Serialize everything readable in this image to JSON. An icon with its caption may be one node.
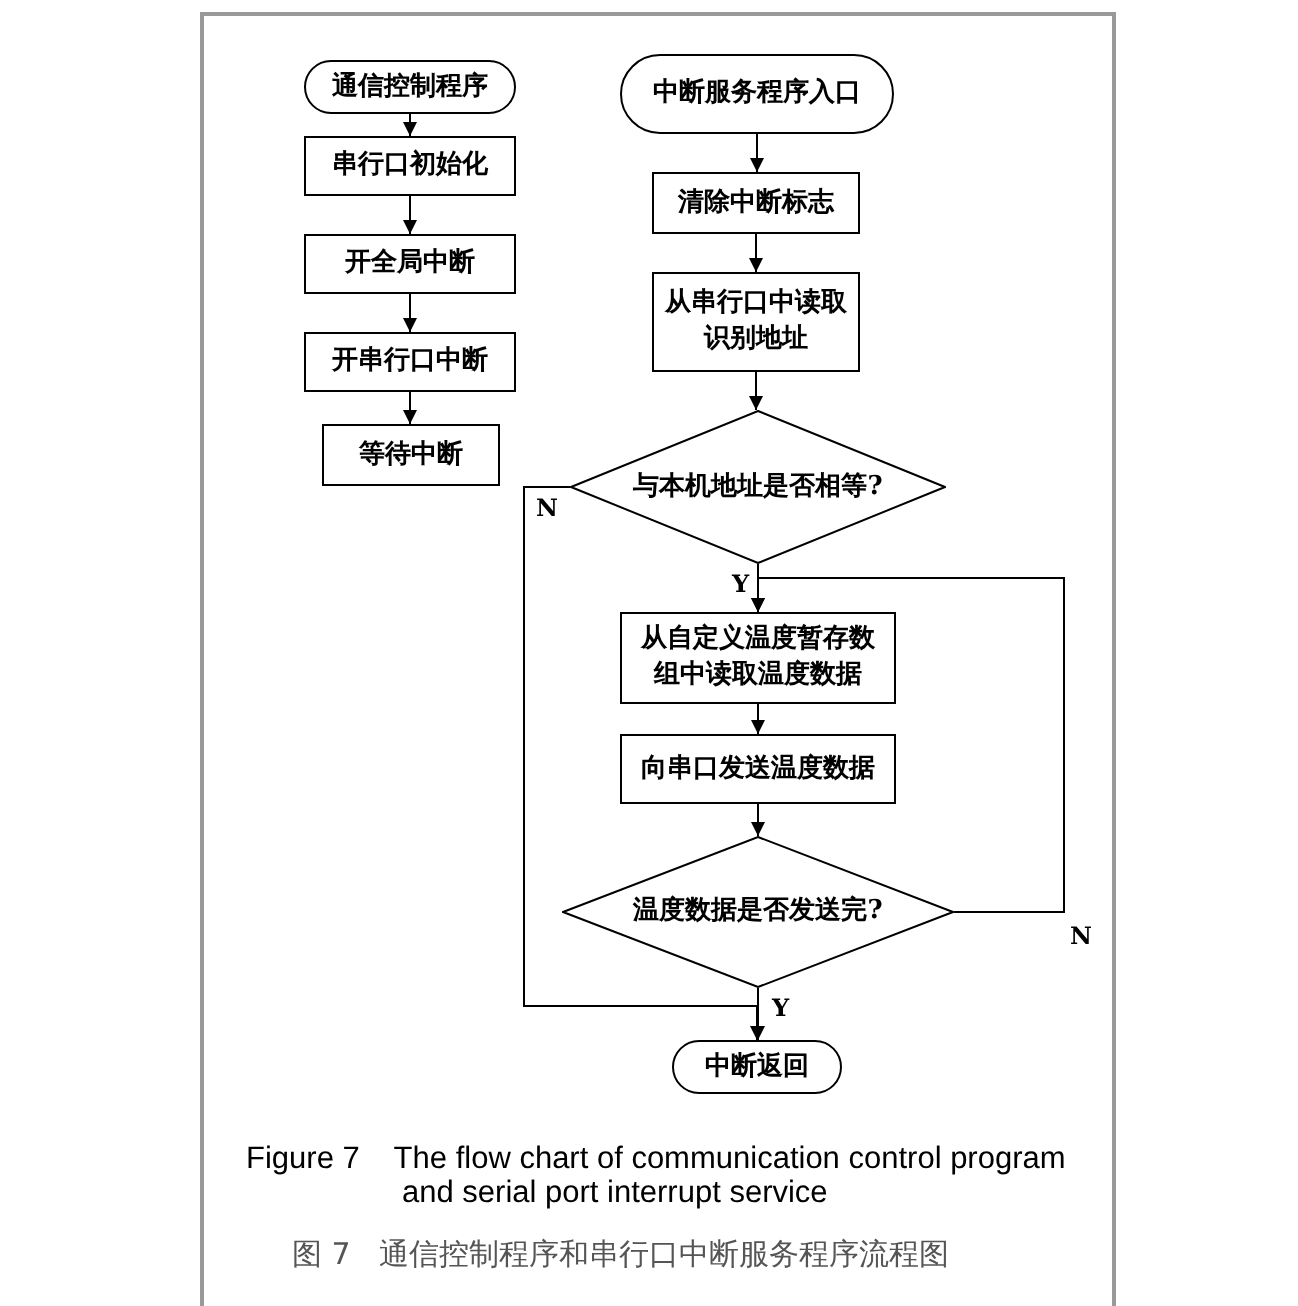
{
  "diagram": {
    "caption": "Figure 7    The flow chart of communication control program and serial port interrupt service",
    "nodes": [
      {
        "text": [
          "通信控制程序"
        ]
      },
      {
        "text": [
          "串行口初始化"
        ]
      },
      {
        "text": [
          "开全局中断"
        ]
      },
      {
        "text": [
          "开串行口中断"
        ]
      },
      {
        "text": [
          "等待中断"
        ]
      },
      {
        "text": [
          "中断服务程序入口"
        ]
      },
      {
        "text": [
          "清除中断标志"
        ]
      },
      {
        "text": [
          "从串行口中读取识别地址"
        ]
      },
      {
        "text": [
          "与本机地址是否相等?"
        ]
      },
      {
        "text": [
          "从自定义温度暂存数组中读取温度数据"
        ]
      },
      {
        "text": [
          "向串口发送温度数据"
        ]
      },
      {
        "text": [
          "温度数据是否发送完?"
        ]
      },
      {
        "text": [
          "中断返回"
        ]
      }
    ],
    "edges": [
      {
        "from": 0,
        "to": 1,
        "arrow": "to"
      },
      {
        "from": 1,
        "to": 2,
        "arrow": "to"
      },
      {
        "from": 2,
        "to": 3,
        "arrow": "to"
      },
      {
        "from": 3,
        "to": 4,
        "arrow": "to"
      },
      {
        "from": 5,
        "to": 6,
        "arrow": "to"
      },
      {
        "from": 6,
        "to": 7,
        "arrow": "to"
      },
      {
        "from": 7,
        "to": 8,
        "arrow": "to"
      },
      {
        "from": 8,
        "to": 9,
        "arrow": "to",
        "label": "Y"
      },
      {
        "from": 9,
        "to": 10,
        "arrow": "to"
      },
      {
        "from": 10,
        "to": 11,
        "arrow": "to"
      },
      {
        "from": 11,
        "to": 9,
        "arrow": "to",
        "label": "N"
      },
      {
        "from": 11,
        "to": 12,
        "arrow": "to",
        "label": "Y"
      },
      {
        "from": 8,
        "to": 12,
        "arrow": "to",
        "label": "N"
      }
    ],
    "labels": [
      "图 7   通信控制程序和串行口中断服务程序流程图"
    ]
  }
}
